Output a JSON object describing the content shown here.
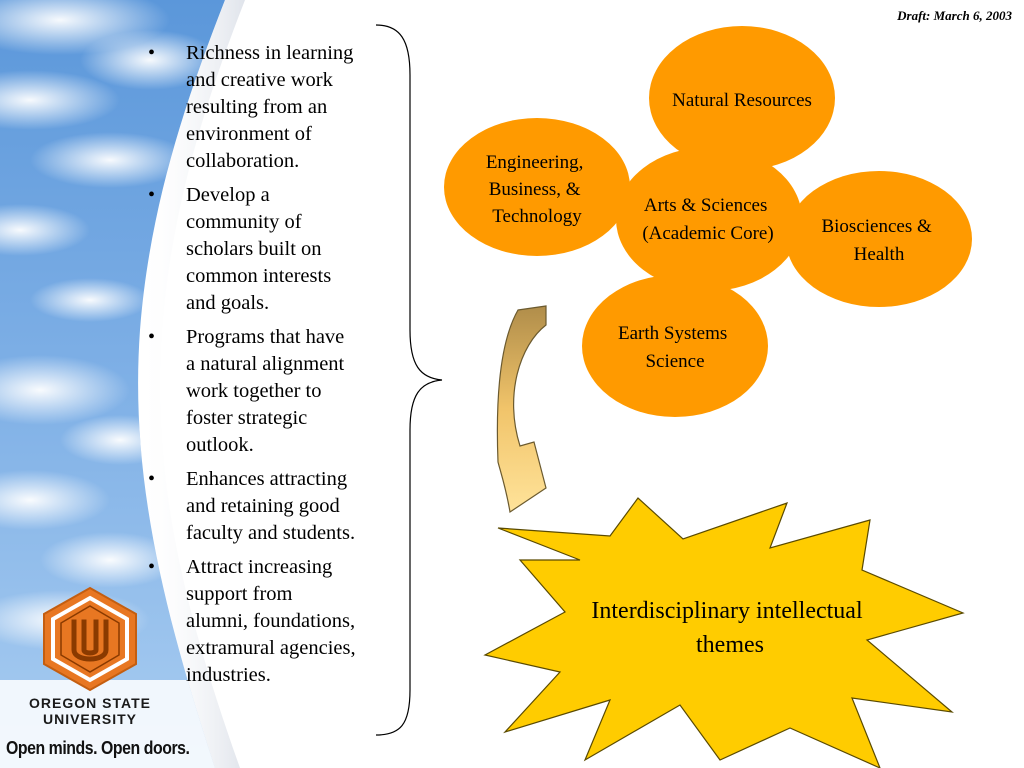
{
  "header": {
    "draft_label": "Draft: March 6, 2003"
  },
  "bullets": [
    {
      "lines": [
        "Richness in learning",
        "and creative work",
        "resulting from an",
        "environment of",
        "collaboration."
      ]
    },
    {
      "lines": [
        "Develop a",
        "community of",
        "scholars built on",
        "common interests",
        "and goals."
      ]
    },
    {
      "lines": [
        "Programs that have",
        "a natural alignment",
        "work together to",
        "foster strategic",
        "outlook."
      ]
    },
    {
      "lines": [
        "Enhances attracting",
        "and retaining good",
        "faculty and students."
      ]
    },
    {
      "lines": [
        "Attract increasing",
        "support from",
        "alumni, foundations,",
        "extramural agencies,",
        "industries."
      ]
    }
  ],
  "diagram": {
    "nodes": {
      "natural_resources": {
        "lines": [
          "Natural Resources"
        ]
      },
      "engineering": {
        "lines": [
          "Engineering,",
          "Business, &",
          "Technology"
        ]
      },
      "arts_sciences": {
        "lines": [
          "Arts & Sciences",
          "(Academic Core)"
        ]
      },
      "biosciences": {
        "lines": [
          "Biosciences &",
          "Health"
        ]
      },
      "earth_systems": {
        "lines": [
          "Earth Systems",
          "Science"
        ]
      }
    },
    "outcome": {
      "lines": [
        "Interdisciplinary intellectual",
        "themes"
      ]
    }
  },
  "branding": {
    "university_line1": "OREGON STATE",
    "university_line2": "UNIVERSITY",
    "tagline": "Open minds. Open doors."
  },
  "colors": {
    "node_fill": "#ff9a00",
    "star_fill": "#ffcc00",
    "sky_top": "#4f8fd6",
    "osu_orange": "#e87722"
  }
}
